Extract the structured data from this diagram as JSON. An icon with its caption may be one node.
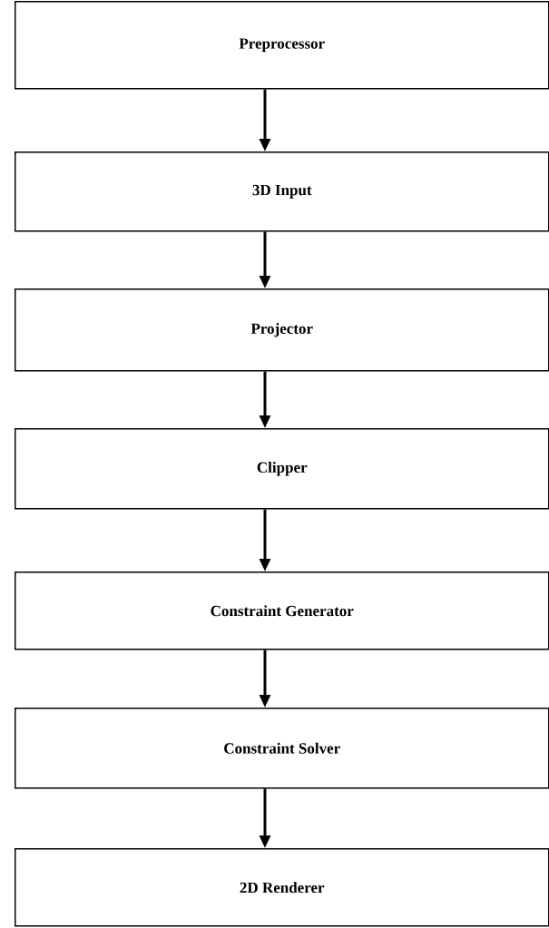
{
  "diagram": {
    "nodes": [
      {
        "text": [
          "Preprocessor"
        ]
      },
      {
        "text": [
          "3D Input"
        ]
      },
      {
        "text": [
          "Projector"
        ]
      },
      {
        "text": [
          "Clipper"
        ]
      },
      {
        "text": [
          "Constraint Generator"
        ]
      },
      {
        "text": [
          "Constraint Solver"
        ]
      },
      {
        "text": [
          "2D Renderer"
        ]
      }
    ],
    "edges": [
      {
        "from": 0,
        "to": 1,
        "arrow": "to"
      },
      {
        "from": 1,
        "to": 2,
        "arrow": "to"
      },
      {
        "from": 2,
        "to": 3,
        "arrow": "to"
      },
      {
        "from": 3,
        "to": 4,
        "arrow": "to"
      },
      {
        "from": 4,
        "to": 5,
        "arrow": "to"
      },
      {
        "from": 5,
        "to": 6,
        "arrow": "to"
      }
    ]
  }
}
